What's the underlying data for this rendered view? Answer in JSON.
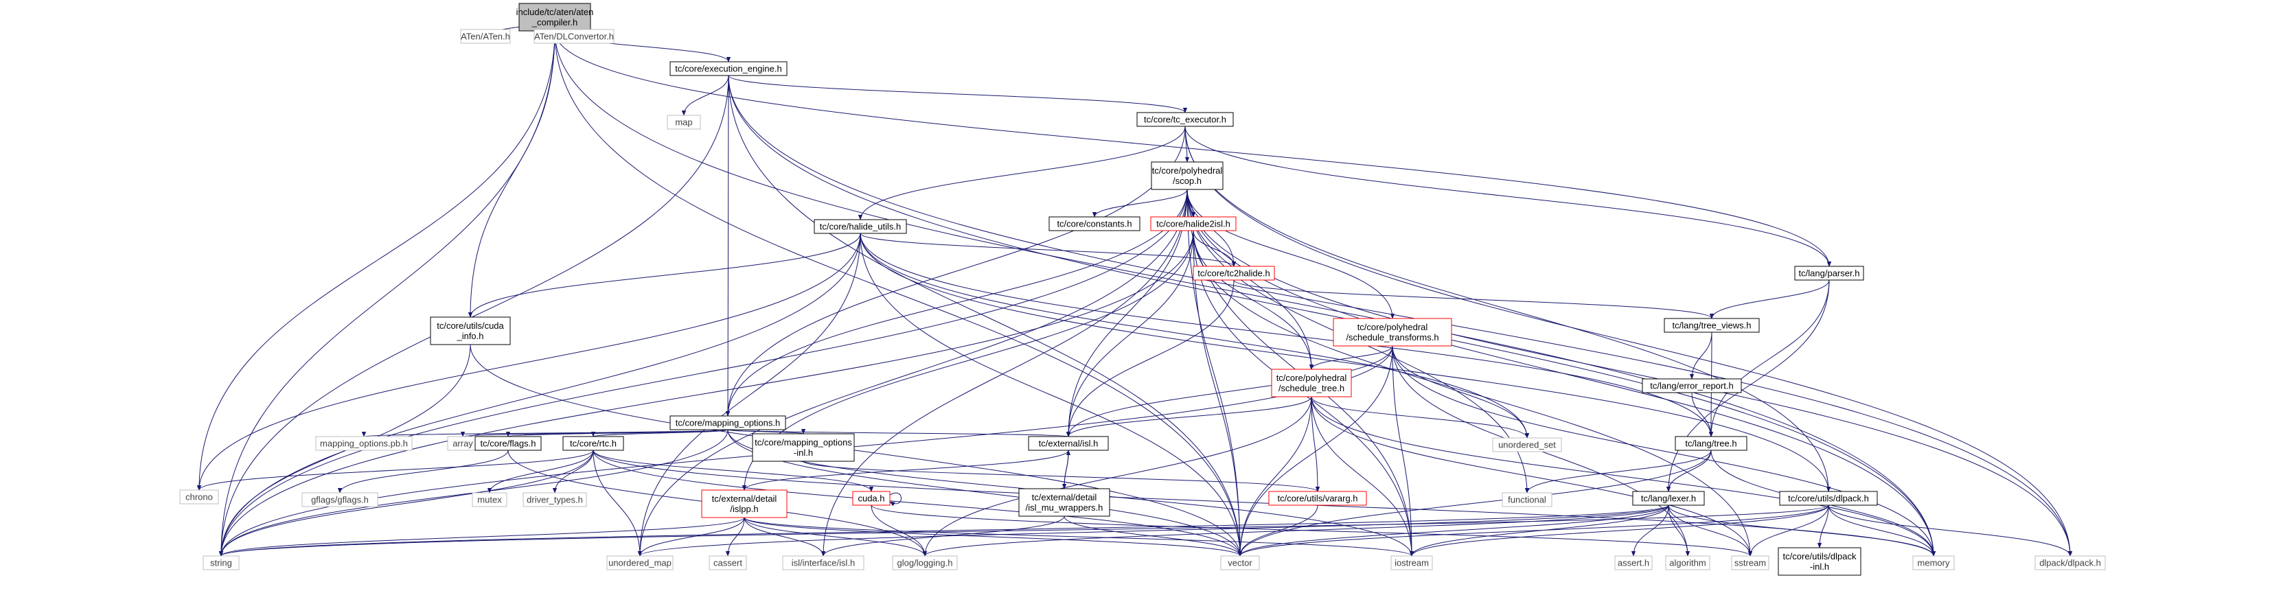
{
  "nodes": [
    {
      "id": "compiler",
      "lines": [
        "include/tc/aten/aten",
        "_compiler.h"
      ],
      "style": "root"
    },
    {
      "id": "aten",
      "lines": [
        "ATen/ATen.h"
      ],
      "style": "gray"
    },
    {
      "id": "dlconv",
      "lines": [
        "ATen/DLConvertor.h"
      ],
      "style": "gray"
    },
    {
      "id": "execeng",
      "lines": [
        "tc/core/execution_engine.h"
      ],
      "style": "normal"
    },
    {
      "id": "map",
      "lines": [
        "map"
      ],
      "style": "gray"
    },
    {
      "id": "tcexec",
      "lines": [
        "tc/core/tc_executor.h"
      ],
      "style": "normal"
    },
    {
      "id": "scop",
      "lines": [
        "tc/core/polyhedral",
        "/scop.h"
      ],
      "style": "normal"
    },
    {
      "id": "halideutils",
      "lines": [
        "tc/core/halide_utils.h"
      ],
      "style": "normal"
    },
    {
      "id": "constants",
      "lines": [
        "tc/core/constants.h"
      ],
      "style": "normal"
    },
    {
      "id": "halide2isl",
      "lines": [
        "tc/core/halide2isl.h"
      ],
      "style": "red"
    },
    {
      "id": "tc2halide",
      "lines": [
        "tc/core/tc2halide.h"
      ],
      "style": "red"
    },
    {
      "id": "parser",
      "lines": [
        "tc/lang/parser.h"
      ],
      "style": "normal"
    },
    {
      "id": "treeviews",
      "lines": [
        "tc/lang/tree_views.h"
      ],
      "style": "normal"
    },
    {
      "id": "cudainfo",
      "lines": [
        "tc/core/utils/cuda",
        "_info.h"
      ],
      "style": "normal"
    },
    {
      "id": "schedtrans",
      "lines": [
        "tc/core/polyhedral",
        "/schedule_transforms.h"
      ],
      "style": "red"
    },
    {
      "id": "errreport",
      "lines": [
        "tc/lang/error_report.h"
      ],
      "style": "normal"
    },
    {
      "id": "mapopts",
      "lines": [
        "tc/core/mapping_options.h"
      ],
      "style": "normal"
    },
    {
      "id": "schedtree",
      "lines": [
        "tc/core/polyhedral",
        "/schedule_tree.h"
      ],
      "style": "red"
    },
    {
      "id": "unset",
      "lines": [
        "unordered_set"
      ],
      "style": "gray"
    },
    {
      "id": "mappb",
      "lines": [
        "mapping_options.pb.h"
      ],
      "style": "gray"
    },
    {
      "id": "array",
      "lines": [
        "array"
      ],
      "style": "gray"
    },
    {
      "id": "flags",
      "lines": [
        "tc/core/flags.h"
      ],
      "style": "normal"
    },
    {
      "id": "rtc",
      "lines": [
        "tc/core/rtc.h"
      ],
      "style": "normal"
    },
    {
      "id": "mapinl",
      "lines": [
        "tc/core/mapping_options",
        "-inl.h"
      ],
      "style": "normal"
    },
    {
      "id": "isl",
      "lines": [
        "tc/external/isl.h"
      ],
      "style": "normal"
    },
    {
      "id": "tree",
      "lines": [
        "tc/lang/tree.h"
      ],
      "style": "normal"
    },
    {
      "id": "chrono",
      "lines": [
        "chrono"
      ],
      "style": "gray"
    },
    {
      "id": "gflags",
      "lines": [
        "gflags/gflags.h"
      ],
      "style": "gray"
    },
    {
      "id": "mutex",
      "lines": [
        "mutex"
      ],
      "style": "gray"
    },
    {
      "id": "drivertypes",
      "lines": [
        "driver_types.h"
      ],
      "style": "gray"
    },
    {
      "id": "islpp",
      "lines": [
        "tc/external/detail",
        "/islpp.h"
      ],
      "style": "red"
    },
    {
      "id": "cuda",
      "lines": [
        "cuda.h"
      ],
      "style": "red"
    },
    {
      "id": "islmu",
      "lines": [
        "tc/external/detail",
        "/isl_mu_wrappers.h"
      ],
      "style": "normal"
    },
    {
      "id": "vararg",
      "lines": [
        "tc/core/utils/vararg.h"
      ],
      "style": "red"
    },
    {
      "id": "functional",
      "lines": [
        "functional"
      ],
      "style": "gray"
    },
    {
      "id": "lexer",
      "lines": [
        "tc/lang/lexer.h"
      ],
      "style": "normal"
    },
    {
      "id": "dlpackutil",
      "lines": [
        "tc/core/utils/dlpack.h"
      ],
      "style": "normal"
    },
    {
      "id": "string",
      "lines": [
        "string"
      ],
      "style": "gray"
    },
    {
      "id": "umap",
      "lines": [
        "unordered_map"
      ],
      "style": "gray"
    },
    {
      "id": "cassert",
      "lines": [
        "cassert"
      ],
      "style": "gray"
    },
    {
      "id": "islisl",
      "lines": [
        "isl/interface/isl.h"
      ],
      "style": "gray"
    },
    {
      "id": "glog",
      "lines": [
        "glog/logging.h"
      ],
      "style": "gray"
    },
    {
      "id": "vector",
      "lines": [
        "vector"
      ],
      "style": "gray"
    },
    {
      "id": "iostream",
      "lines": [
        "iostream"
      ],
      "style": "gray"
    },
    {
      "id": "asserth",
      "lines": [
        "assert.h"
      ],
      "style": "gray"
    },
    {
      "id": "algorithm",
      "lines": [
        "algorithm"
      ],
      "style": "gray"
    },
    {
      "id": "sstream",
      "lines": [
        "sstream"
      ],
      "style": "gray"
    },
    {
      "id": "dlpackinl",
      "lines": [
        "tc/core/utils/dlpack",
        "-inl.h"
      ],
      "style": "normal"
    },
    {
      "id": "memory",
      "lines": [
        "memory"
      ],
      "style": "gray"
    },
    {
      "id": "dlpackh",
      "lines": [
        "dlpack/dlpack.h"
      ],
      "style": "gray"
    }
  ],
  "edges": [
    [
      "compiler",
      "aten"
    ],
    [
      "compiler",
      "dlconv"
    ],
    [
      "compiler",
      "execeng"
    ],
    [
      "compiler",
      "cudainfo"
    ],
    [
      "compiler",
      "chrono"
    ],
    [
      "compiler",
      "string"
    ],
    [
      "compiler",
      "parser"
    ],
    [
      "compiler",
      "vector"
    ],
    [
      "compiler",
      "memory"
    ],
    [
      "execeng",
      "map"
    ],
    [
      "execeng",
      "tcexec"
    ],
    [
      "execeng",
      "mapopts"
    ],
    [
      "execeng",
      "string"
    ],
    [
      "execeng",
      "vector"
    ],
    [
      "execeng",
      "memory"
    ],
    [
      "execeng",
      "dlpackh"
    ],
    [
      "tcexec",
      "scop"
    ],
    [
      "tcexec",
      "halideutils"
    ],
    [
      "tcexec",
      "parser"
    ],
    [
      "tcexec",
      "mapopts"
    ],
    [
      "tcexec",
      "dlpackutil"
    ],
    [
      "tcexec",
      "dlpackh"
    ],
    [
      "scop",
      "constants"
    ],
    [
      "scop",
      "halide2isl"
    ],
    [
      "scop",
      "tc2halide"
    ],
    [
      "scop",
      "schedtrans"
    ],
    [
      "scop",
      "schedtree"
    ],
    [
      "scop",
      "isl"
    ],
    [
      "scop",
      "mapopts"
    ],
    [
      "scop",
      "string"
    ],
    [
      "scop",
      "umap"
    ],
    [
      "scop",
      "vector"
    ],
    [
      "scop",
      "iostream"
    ],
    [
      "scop",
      "functional"
    ],
    [
      "scop",
      "memory"
    ],
    [
      "scop",
      "dlpackh"
    ],
    [
      "scop",
      "islisl"
    ],
    [
      "halideutils",
      "cudainfo"
    ],
    [
      "halideutils",
      "tc2halide"
    ],
    [
      "halideutils",
      "tree"
    ],
    [
      "halideutils",
      "unset"
    ],
    [
      "halideutils",
      "dlpackutil"
    ],
    [
      "halideutils",
      "chrono"
    ],
    [
      "halideutils",
      "string"
    ],
    [
      "halideutils",
      "vector"
    ],
    [
      "halideutils",
      "umap"
    ],
    [
      "halide2isl",
      "tc2halide"
    ],
    [
      "halide2isl",
      "schedtree"
    ],
    [
      "halide2isl",
      "isl"
    ],
    [
      "halide2isl",
      "string"
    ],
    [
      "halide2isl",
      "islpp"
    ],
    [
      "halide2isl",
      "vector"
    ],
    [
      "halide2isl",
      "iostream"
    ],
    [
      "halide2isl",
      "sstream"
    ],
    [
      "tc2halide",
      "isl"
    ],
    [
      "tc2halide",
      "treeviews"
    ],
    [
      "parser",
      "treeviews"
    ],
    [
      "parser",
      "tree"
    ],
    [
      "parser",
      "lexer"
    ],
    [
      "treeviews",
      "errreport"
    ],
    [
      "treeviews",
      "tree"
    ],
    [
      "errreport",
      "tree"
    ],
    [
      "cudainfo",
      "string"
    ],
    [
      "cudainfo",
      "vector"
    ],
    [
      "schedtrans",
      "schedtree"
    ],
    [
      "schedtrans",
      "isl"
    ],
    [
      "schedtrans",
      "unset"
    ],
    [
      "schedtrans",
      "vector"
    ],
    [
      "schedtrans",
      "memory"
    ],
    [
      "schedtrans",
      "iostream"
    ],
    [
      "schedtrans",
      "algorithm"
    ],
    [
      "schedtrans",
      "string"
    ],
    [
      "mapopts",
      "mappb"
    ],
    [
      "mapopts",
      "array"
    ],
    [
      "mapopts",
      "flags"
    ],
    [
      "mapopts",
      "rtc"
    ],
    [
      "mapopts",
      "mapinl"
    ],
    [
      "mapopts",
      "isl"
    ],
    [
      "mapopts",
      "string"
    ],
    [
      "mapopts",
      "iostream"
    ],
    [
      "mapopts",
      "vector"
    ],
    [
      "schedtree",
      "isl"
    ],
    [
      "schedtree",
      "vararg"
    ],
    [
      "schedtree",
      "unset"
    ],
    [
      "schedtree",
      "glog"
    ],
    [
      "schedtree",
      "vector"
    ],
    [
      "schedtree",
      "memory"
    ],
    [
      "schedtree",
      "iostream"
    ],
    [
      "schedtree",
      "sstream"
    ],
    [
      "flags",
      "gflags"
    ],
    [
      "flags",
      "glog"
    ],
    [
      "rtc",
      "chrono"
    ],
    [
      "rtc",
      "mutex"
    ],
    [
      "rtc",
      "drivertypes"
    ],
    [
      "rtc",
      "cuda"
    ],
    [
      "rtc",
      "string"
    ],
    [
      "rtc",
      "umap"
    ],
    [
      "rtc",
      "vector"
    ],
    [
      "rtc",
      "memory"
    ],
    [
      "mapinl",
      "vararg"
    ],
    [
      "isl",
      "islpp"
    ],
    [
      "isl",
      "islmu"
    ],
    [
      "islmu",
      "isl"
    ],
    [
      "islmu",
      "vector"
    ],
    [
      "islmu",
      "islisl"
    ],
    [
      "islpp",
      "string"
    ],
    [
      "islpp",
      "umap"
    ],
    [
      "islpp",
      "cassert"
    ],
    [
      "islpp",
      "islisl"
    ],
    [
      "islpp",
      "glog"
    ],
    [
      "islpp",
      "vector"
    ],
    [
      "islpp",
      "iostream"
    ],
    [
      "cuda",
      "cuda"
    ],
    [
      "cuda",
      "glog"
    ],
    [
      "cuda",
      "sstream"
    ],
    [
      "vararg",
      "vector"
    ],
    [
      "tree",
      "functional"
    ],
    [
      "tree",
      "lexer"
    ],
    [
      "tree",
      "vector"
    ],
    [
      "tree",
      "memory"
    ],
    [
      "lexer",
      "asserth"
    ],
    [
      "lexer",
      "algorithm"
    ],
    [
      "lexer",
      "sstream"
    ],
    [
      "lexer",
      "vector"
    ],
    [
      "lexer",
      "iostream"
    ],
    [
      "lexer",
      "string"
    ],
    [
      "lexer",
      "memory"
    ],
    [
      "lexer",
      "umap"
    ],
    [
      "lexer",
      "glog"
    ],
    [
      "dlpackutil",
      "dlpackinl"
    ],
    [
      "dlpackutil",
      "memory"
    ],
    [
      "dlpackutil",
      "sstream"
    ],
    [
      "dlpackutil",
      "dlpackh"
    ],
    [
      "dlpackutil",
      "vector"
    ],
    [
      "dlpackutil",
      "iostream"
    ],
    [
      "dlpackutil",
      "string"
    ]
  ]
}
